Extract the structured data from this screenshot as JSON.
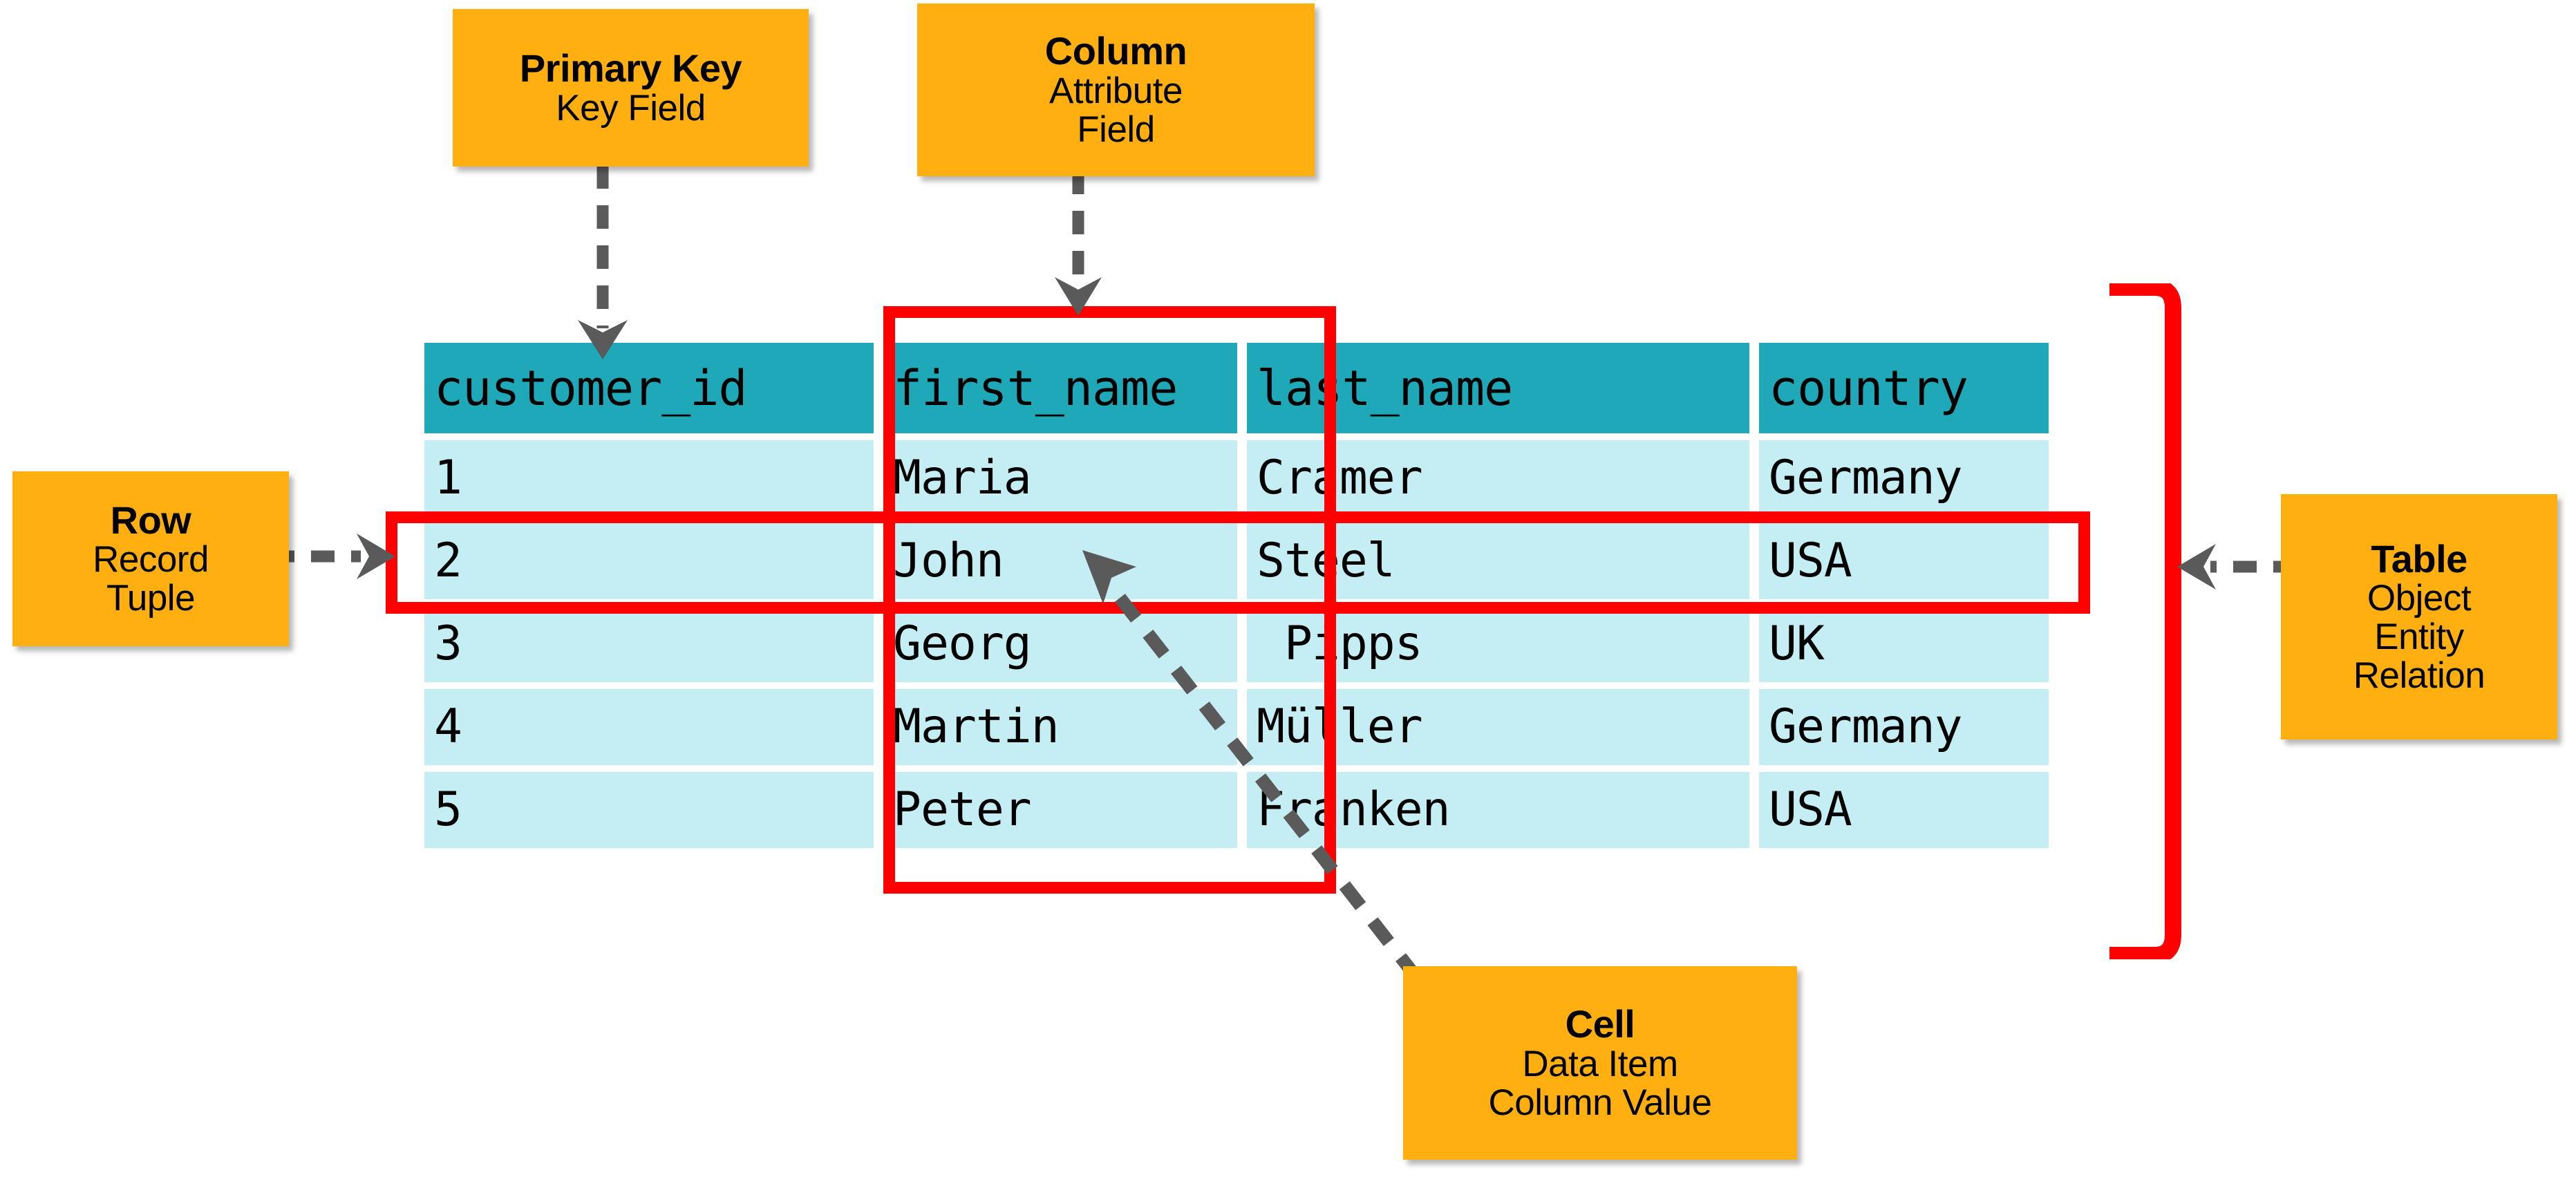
{
  "table": {
    "columns": [
      "customer_id",
      "first_name",
      "last_name",
      "country"
    ],
    "rows": [
      [
        "1",
        "Maria",
        "Cramer",
        "Germany"
      ],
      [
        "2",
        "John",
        "Steel",
        "USA"
      ],
      [
        "3",
        "Georg",
        " Pipps",
        "UK"
      ],
      [
        "4",
        "Martin",
        "Müller",
        "Germany"
      ],
      [
        "5",
        "Peter",
        "Franken",
        "USA"
      ]
    ]
  },
  "callouts": {
    "primary_key": {
      "title": "Primary Key",
      "lines": [
        "Key Field"
      ]
    },
    "column": {
      "title": "Column",
      "lines": [
        "Attribute",
        "Field"
      ]
    },
    "row": {
      "title": "Row",
      "lines": [
        "Record",
        "Tuple"
      ]
    },
    "table": {
      "title": "Table",
      "lines": [
        "Object",
        "Entity",
        "Relation"
      ]
    },
    "cell": {
      "title": "Cell",
      "lines": [
        "Data Item",
        "Column Value"
      ]
    }
  },
  "colors": {
    "header_teal": "#1FA9B8",
    "row_light_cyan": "#C4EEF3",
    "callout_orange": "#FFB010",
    "highlight_red": "#FF0000",
    "arrow_gray": "#5A5A5A",
    "background": "#FFFFFF"
  }
}
